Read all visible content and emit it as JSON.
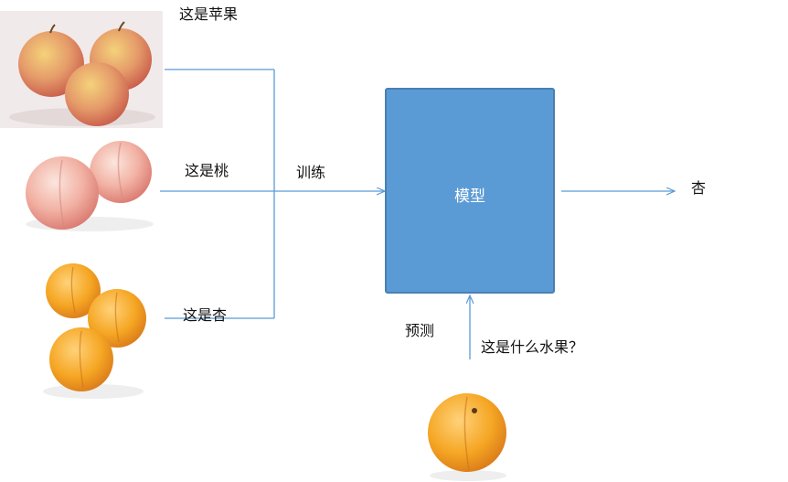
{
  "labels": {
    "apple": "这是苹果",
    "peach": "这是桃",
    "apricot": "这是杏",
    "train": "训练",
    "model": "模型",
    "output": "杏",
    "predict": "预测",
    "question": "这是什么水果？"
  },
  "colors": {
    "model_fill": "#5b9bd5",
    "arrow": "#5b9bd5"
  },
  "icons": {
    "apple": "apple-photo",
    "peach": "peach-photo",
    "apricot": "apricot-photo",
    "query": "apricot-query-photo"
  }
}
